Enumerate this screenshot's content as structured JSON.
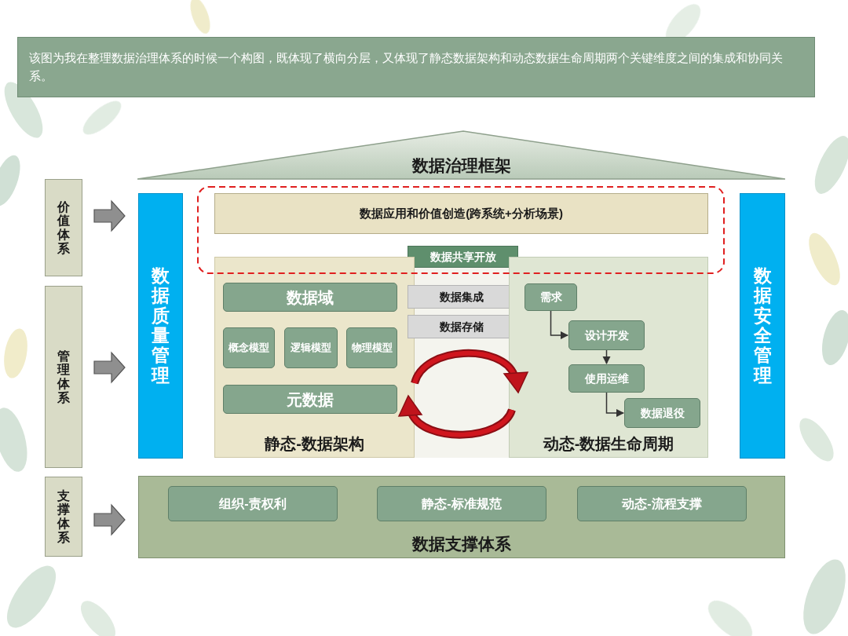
{
  "diagram": {
    "nodes": [
      {
        "text": [
          "该图为我在整理数据治理体系的时候一个构图，既体现了横向分层，又体现了静态数据架构和动态数据生命周期两个关键维度之间的集成和协同关系。"
        ]
      },
      {
        "text": [
          "数据治理框架"
        ]
      },
      {
        "text": [
          "价值体系"
        ]
      },
      {
        "text": [
          "管理体系"
        ]
      },
      {
        "text": [
          "支撑体系"
        ]
      },
      {
        "text": [
          "数据质量管理"
        ]
      },
      {
        "text": [
          "数据应用和价值创造(跨系统+分析场景)"
        ]
      },
      {
        "text": [
          "数据共享开放"
        ]
      },
      {
        "text": [
          "静态-数据架构"
        ]
      },
      {
        "text": [
          "数据域"
        ],
        "in": 8
      },
      {
        "text": [
          "概念模型"
        ],
        "in": 8
      },
      {
        "text": [
          "逻辑模型"
        ],
        "in": 8
      },
      {
        "text": [
          "物理模型"
        ],
        "in": 8
      },
      {
        "text": [
          "元数据"
        ],
        "in": 8
      },
      {
        "text": [
          "数据集成"
        ]
      },
      {
        "text": [
          "数据存储"
        ]
      },
      {
        "text": [
          "动态-数据生命周期"
        ]
      },
      {
        "text": [
          "需求"
        ],
        "in": 16
      },
      {
        "text": [
          "设计开发"
        ],
        "in": 16
      },
      {
        "text": [
          "使用运维"
        ],
        "in": 16
      },
      {
        "text": [
          "数据退役"
        ],
        "in": 16
      },
      {
        "text": [
          "数据安全管理"
        ]
      },
      {
        "text": [
          "数据支撑体系"
        ]
      },
      {
        "text": [
          "组织-责权利"
        ],
        "in": 22
      },
      {
        "text": [
          "静态-标准规范"
        ],
        "in": 22
      },
      {
        "text": [
          "动态-流程支撑"
        ],
        "in": 22
      }
    ],
    "edges": [
      {
        "from": 2,
        "to": 5,
        "arrow": "to"
      },
      {
        "from": 3,
        "to": 5,
        "arrow": "to"
      },
      {
        "from": 4,
        "to": 22,
        "arrow": "to"
      },
      {
        "from": 17,
        "to": 18,
        "arrow": "to"
      },
      {
        "from": 18,
        "to": 19,
        "arrow": "to"
      },
      {
        "from": 19,
        "to": 20,
        "arrow": "to"
      }
    ]
  }
}
